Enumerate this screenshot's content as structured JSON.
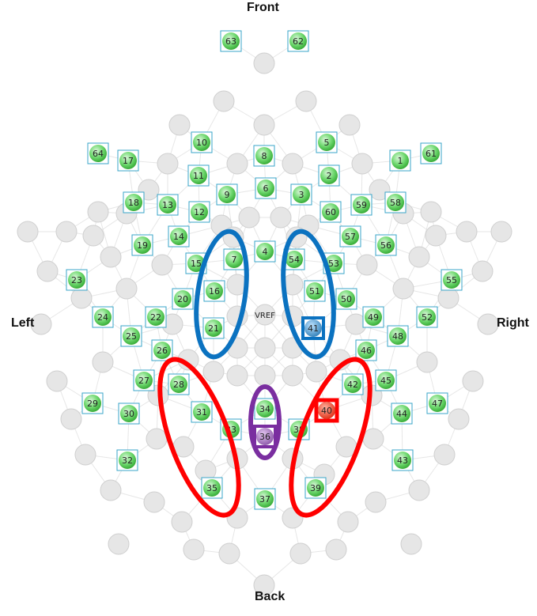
{
  "directions": {
    "front": "Front",
    "back": "Back",
    "left": "Left",
    "right": "Right"
  },
  "colors": {
    "electrode_fill": "#4ec94e",
    "electrode_border": "#3aa6c8",
    "grid_circle": "#e6e6e6",
    "grid_line": "#c9c9c9",
    "blue_roi": "#0b72c0",
    "red_roi": "#ff0000",
    "purple_roi": "#7a2ea0"
  },
  "labeled_electrodes": [
    "1",
    "2",
    "3",
    "4",
    "5",
    "6",
    "7",
    "8",
    "9",
    "10",
    "11",
    "12",
    "13",
    "14",
    "15",
    "16",
    "17",
    "18",
    "19",
    "20",
    "21",
    "22",
    "23",
    "24",
    "25",
    "26",
    "27",
    "28",
    "29",
    "30",
    "31",
    "32",
    "33",
    "34",
    "35",
    "36",
    "37",
    "38",
    "39",
    "40",
    "41",
    "42",
    "43",
    "44",
    "45",
    "46",
    "47",
    "48",
    "49",
    "50",
    "51",
    "52",
    "53",
    "54",
    "55",
    "56",
    "57",
    "58",
    "59",
    "60",
    "61",
    "62",
    "63",
    "64",
    "VREF"
  ],
  "highlighted": {
    "blue": "41",
    "red": "40",
    "purple": "36"
  },
  "regions_of_interest": [
    {
      "color": "blue",
      "side": "left",
      "electrodes": [
        "7",
        "16",
        "21"
      ]
    },
    {
      "color": "blue",
      "side": "right",
      "electrodes": [
        "54",
        "51",
        "41"
      ]
    },
    {
      "color": "red",
      "side": "left",
      "electrodes": [
        "28",
        "31",
        "35"
      ]
    },
    {
      "color": "red",
      "side": "right",
      "electrodes": [
        "42",
        "40",
        "39"
      ]
    },
    {
      "color": "purple",
      "side": "midline",
      "electrodes": [
        "34",
        "36"
      ]
    }
  ]
}
